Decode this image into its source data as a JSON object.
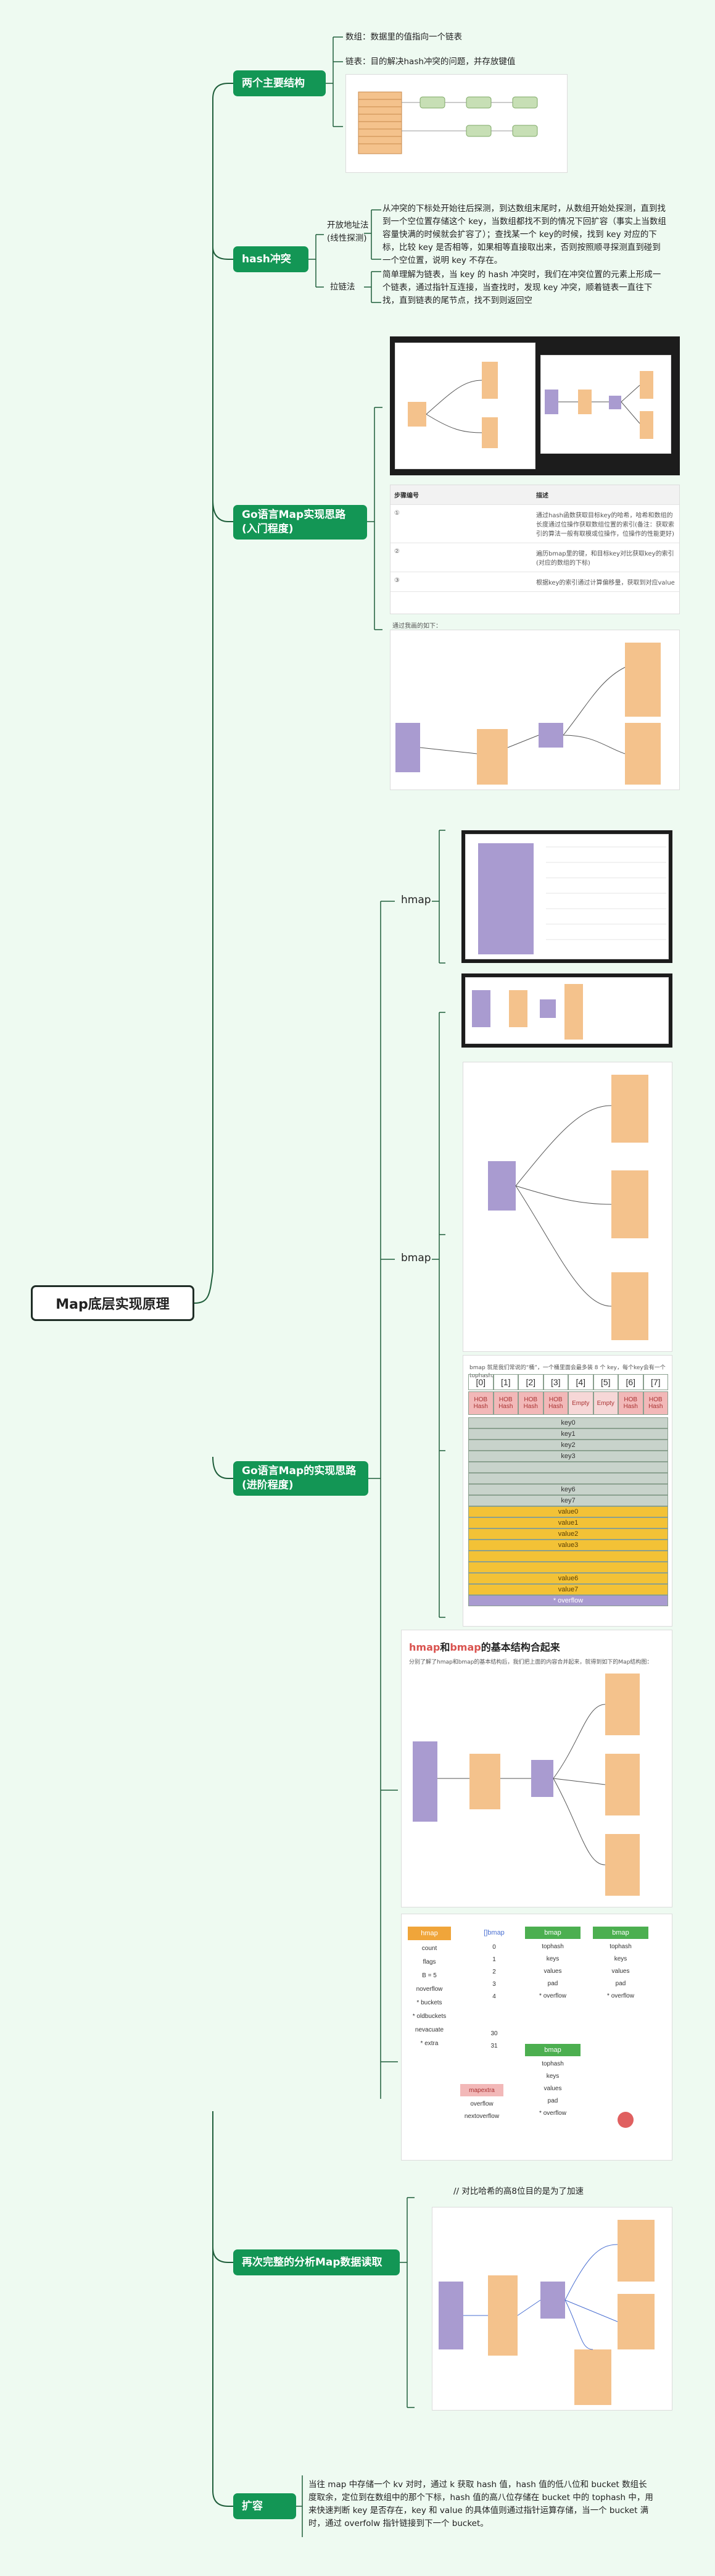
{
  "root": {
    "label": "Map底层实现原理"
  },
  "branches": [
    {
      "label": "两个主要结构"
    },
    {
      "label": "hash冲突"
    },
    {
      "label": "Go语言Map实现思路\n(入门程度)"
    },
    {
      "label": "Go语言Map的实现思路\n(进阶程度)"
    },
    {
      "label": "再次完整的分析Map数据读取"
    },
    {
      "label": "扩容"
    }
  ],
  "structures": {
    "array_note": "数组：数据里的值指向一个链表",
    "list_note": "链表：目的解决hash冲突的问题，并存放键值"
  },
  "hash_conflict": {
    "open_addressing_label": "开放地址法\n(线性探测)",
    "open_addressing_text": "从冲突的下标处开始往后探测，到达数组末尾时，从数组开始处探测，直到找到一个空位置存储这个 key，当数组都找不到的情况下回扩容（事实上当数组容量快满的时候就会扩容了）；查找某一个 key的时候，找到 key 对应的下标，比较 key 是否相等，如果相等直接取出来，否则按照顺寻探测直到碰到一个空位置，说明 key 不存在。",
    "chaining_label": "拉链法",
    "chaining_text": "简单理解为链表，当 key 的 hash 冲突时，我们在冲突位置的元素上形成一个链表，通过指针互连接，当查找时，发现 key 冲突，顺着链表一直往下找，直到链表的尾节点，找不到则返回空"
  },
  "intro": {
    "table_headers": [
      "步骤编号",
      "描述"
    ],
    "table_rows": [
      [
        "①",
        "通过hash函数获取目标key的哈希，哈希和数组的长度通过位操作获取数组位置的索引(备注：获取索引的算法一般有取模或位操作，位操作的性能更好)"
      ],
      [
        "②",
        "遍历bmap里的键，和目标key对比获取key的索引(对应的数组的下标)"
      ],
      [
        "③",
        "根据key的索引通过计算偏移量，获取到对应value"
      ]
    ],
    "diagram_caption": "通过我画的如下："
  },
  "advanced": {
    "hmap_label": "hmap",
    "bmap_label": "bmap",
    "bucket_caption": "bmap 就是我们常说的“桶”，一个桶里面会最多装 8 个 key，每个key会有一个tophash。",
    "bucket_indices": [
      "[0]",
      "[1]",
      "[2]",
      "[3]",
      "[4]",
      "[5]",
      "[6]",
      "[7]"
    ],
    "tophash_cells": [
      "HOB Hash",
      "HOB Hash",
      "HOB Hash",
      "HOB Hash",
      "Empty",
      "Empty",
      "HOB Hash",
      "HOB Hash"
    ],
    "keys": [
      "key0",
      "key1",
      "key2",
      "key3",
      "",
      "",
      "key6",
      "key7"
    ],
    "values": [
      "value0",
      "value1",
      "value2",
      "value3",
      "",
      "",
      "value6",
      "value7"
    ],
    "overflow": "* overflow",
    "combined_title_a": "hmap",
    "combined_title_mid": "和",
    "combined_title_b": "bmap",
    "combined_title_rest": "的基本结构合起来",
    "combined_note": "分别了解了hmap和bmap的基本结构后，我们把上面的内容合并起来，就得到如下的Map结构图："
  },
  "struct_fields": {
    "hmap_title": "hmap",
    "hmap_fields": [
      "count",
      "flags",
      "B = 5",
      "noverflow",
      "* buckets",
      "* oldbuckets",
      "nevacuate",
      "* extra"
    ],
    "buckets_title": "[]bmap",
    "bucket_nums": [
      "0",
      "1",
      "2",
      "3",
      "4",
      "30",
      "31"
    ],
    "bmap_title": "bmap",
    "bmap_fields": [
      "tophash",
      "keys",
      "values",
      "pad",
      "* overflow"
    ],
    "mapextra_title": "mapextra",
    "mapextra_fields": [
      "overflow",
      "nextoverflow"
    ]
  },
  "reread": {
    "note": "// 对比哈希的高8位目的是为了加速"
  },
  "expansion": {
    "text": "当往 map 中存储一个 kv 对时，通过 k 获取 hash 值，hash 值的低八位和 bucket 数组长度取余，定位到在数组中的那个下标，hash 值的高八位存储在 bucket 中的 tophash 中，用来快速判断 key 是否存在，key 和 value 的具体值则通过指针运算存储，当一个 bucket 满时，通过 overfolw 指针链接到下一个 bucket。"
  },
  "colors": {
    "green": "#139655",
    "bg": "#eefaf1",
    "orange": "#f4c28c",
    "purple": "#a99bd0",
    "lightgreen": "#c7dfb5",
    "gold": "#f3c236",
    "grayblue": "#c8d3cb",
    "pink": "#f2b8b8"
  }
}
